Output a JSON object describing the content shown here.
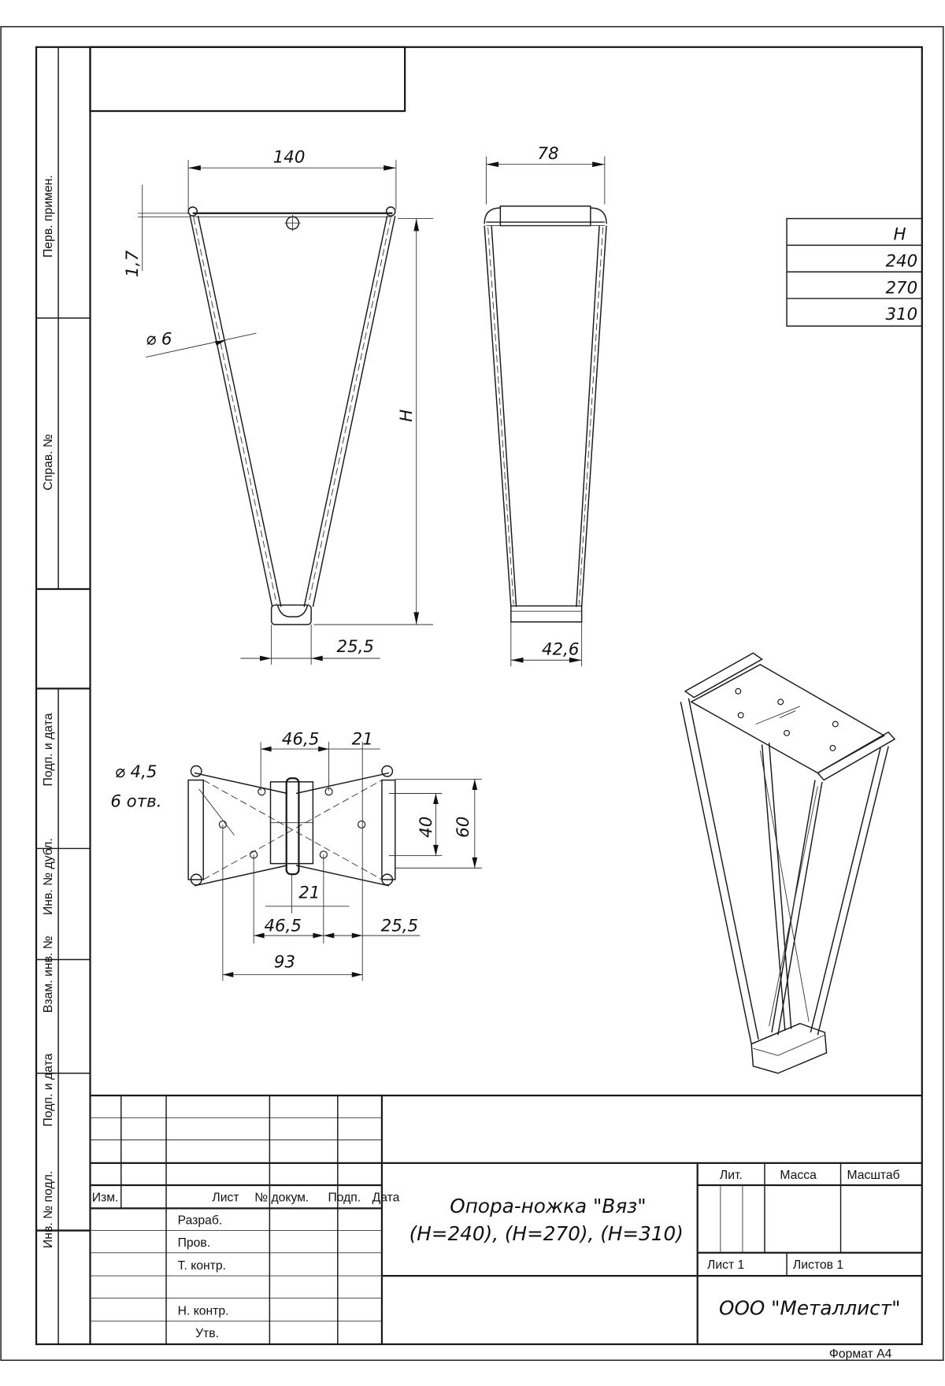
{
  "side_strip": {
    "perv_primen": "Перв. примен.",
    "sprav_no": "Справ. №",
    "podp_data_1": "Подп. и дата",
    "inv_dubl": "Инв. № дубл.",
    "vzam_inv": "Взам. инв. №",
    "podp_data_2": "Подп. и дата",
    "inv_podl": "Инв. № подл."
  },
  "h_table": {
    "header": "H",
    "values": [
      "240",
      "270",
      "310"
    ]
  },
  "dimensions": {
    "front_width": "140",
    "front_offset": "1,7",
    "rod_diameter": "6",
    "height": "H",
    "front_foot": "25,5",
    "side_width": "78",
    "side_foot": "42,6",
    "plan_top_a": "46,5",
    "plan_top_b": "21",
    "hole_diameter": "4,5",
    "hole_count": "6 отв.",
    "plan_40": "40",
    "plan_60": "60",
    "plan_bottom_21": "21",
    "plan_bottom_a": "46,5",
    "plan_bottom_b": "25,5",
    "plan_93": "93"
  },
  "title_block": {
    "izm": "Изм.",
    "list": "Лист",
    "dokum": "№ докум.",
    "podp": "Подп.",
    "data": "Дата",
    "razrab": "Разраб.",
    "prov": "Пров.",
    "t_kontr": "Т. контр.",
    "n_kontr": "Н. контр.",
    "utv": "Утв.",
    "title_line1": "Опора-ножка \"Вяз\"",
    "title_line2": "(H=240), (H=270), (H=310)",
    "lit": "Лит.",
    "massa": "Масса",
    "masshtab": "Масштаб",
    "sheet": "Лист 1",
    "sheets": "Листов 1",
    "company": "ООО \"Металлист\""
  },
  "format": "Формат А4"
}
